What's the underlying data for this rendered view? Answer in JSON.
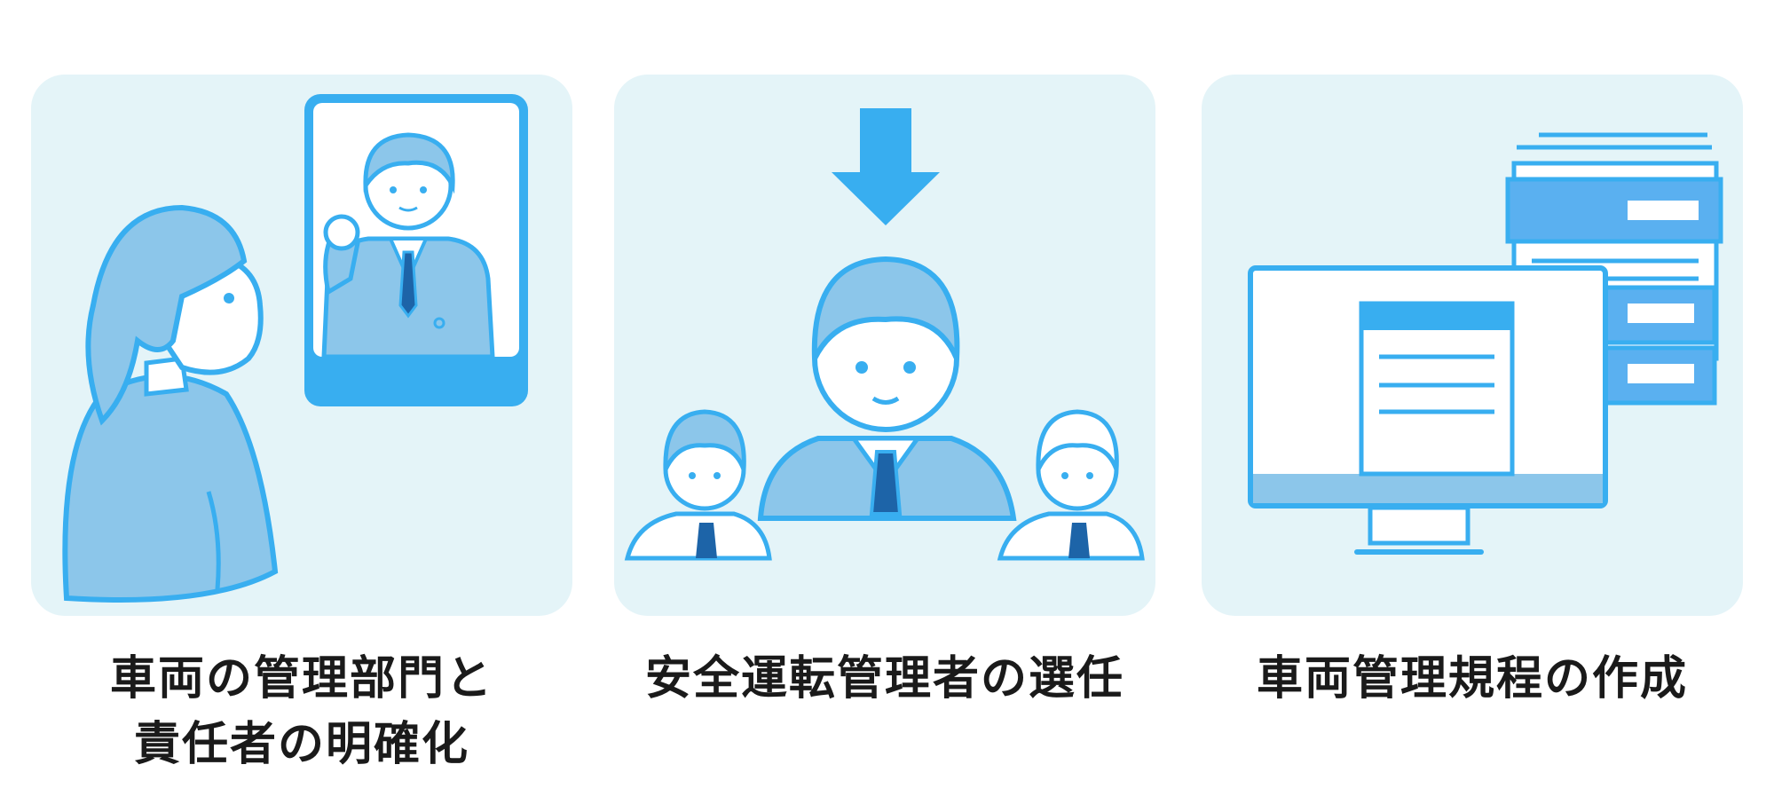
{
  "cards": [
    {
      "caption_lines": [
        "車両の管理部門と",
        "責任者の明確化"
      ]
    },
    {
      "caption_lines": [
        "安全運転管理者の選任"
      ]
    },
    {
      "caption_lines": [
        "車両管理規程の作成"
      ]
    }
  ],
  "colors": {
    "card_bg": "#e4f4f8",
    "primary_blue": "#38aef0",
    "light_blue": "#8cc6ea",
    "dark_blue": "#1d64a8",
    "white": "#ffffff"
  },
  "icons": [
    "woman-viewer-icon",
    "phone-presenter-icon",
    "down-arrow-icon",
    "manager-icon",
    "team-member-icon",
    "monitor-icon",
    "document-stack-icon"
  ]
}
